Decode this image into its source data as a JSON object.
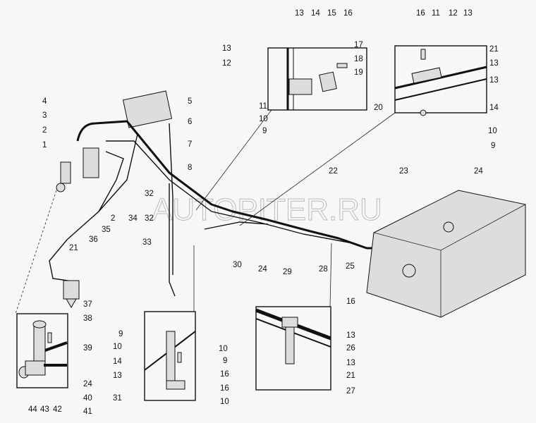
{
  "watermark": "AUTOPITER.RU",
  "callouts": [
    "13",
    "14",
    "15",
    "16",
    "13",
    "12",
    "17",
    "18",
    "19",
    "11",
    "10",
    "9",
    "16",
    "11",
    "12",
    "13",
    "21",
    "13",
    "13",
    "20",
    "14",
    "10",
    "9",
    "4",
    "3",
    "2",
    "1",
    "5",
    "6",
    "7",
    "8",
    "32",
    "2",
    "34",
    "32",
    "35",
    "36",
    "21",
    "33",
    "30",
    "22",
    "23",
    "24",
    "24",
    "29",
    "28",
    "25",
    "37",
    "38",
    "39",
    "24",
    "40",
    "41",
    "44",
    "43",
    "42",
    "9",
    "10",
    "14",
    "13",
    "31",
    "16",
    "16",
    "10",
    "10",
    "9",
    "16",
    "13",
    "26",
    "13",
    "21",
    "27"
  ]
}
